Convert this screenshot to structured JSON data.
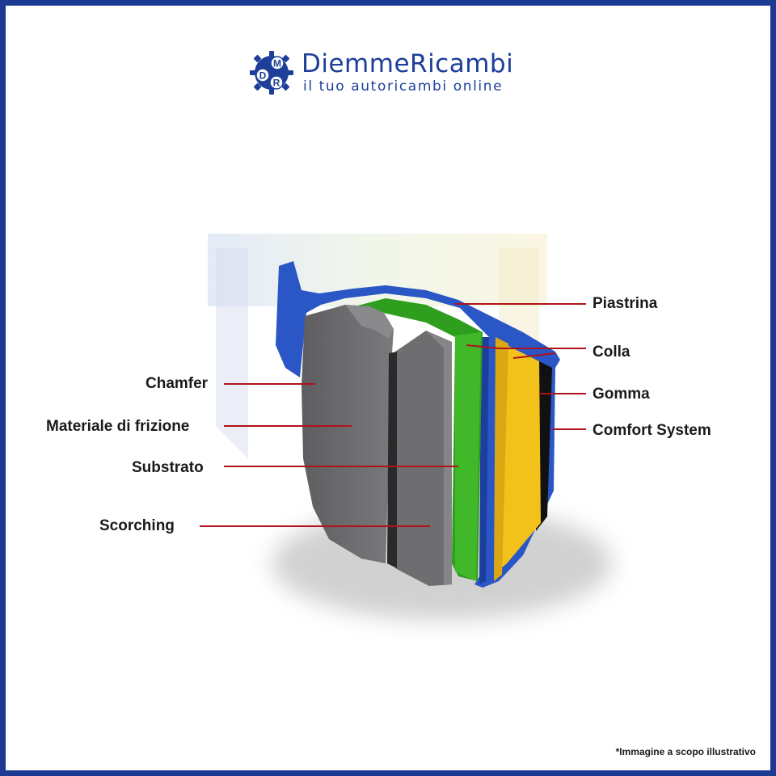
{
  "brand": {
    "name": "DiemmeRicambi",
    "tagline": "il tuo autoricambi online",
    "logo_letters": [
      "M",
      "D",
      "R"
    ],
    "color": "#1d3f9a"
  },
  "labels_left": [
    {
      "id": "chamfer",
      "text": "Chamfer"
    },
    {
      "id": "materiale",
      "text": "Materiale di frizione"
    },
    {
      "id": "substrato",
      "text": "Substrato"
    },
    {
      "id": "scorching",
      "text": "Scorching"
    }
  ],
  "labels_right": [
    {
      "id": "piastrina",
      "text": "Piastrina"
    },
    {
      "id": "colla",
      "text": "Colla"
    },
    {
      "id": "gomma",
      "text": "Gomma"
    },
    {
      "id": "comfort",
      "text": "Comfort System"
    }
  ],
  "colors": {
    "frame": "#1c3a94",
    "leader_line": "#b0121b",
    "backplate": "#2a56c6",
    "friction": "#6d6d70",
    "substrate": "#2f9e1e",
    "glue": "#2f9e1e",
    "rubber": "#f2c21b",
    "comfort": "#111111"
  },
  "disclaimer": "*Immagine a scopo illustrativo"
}
